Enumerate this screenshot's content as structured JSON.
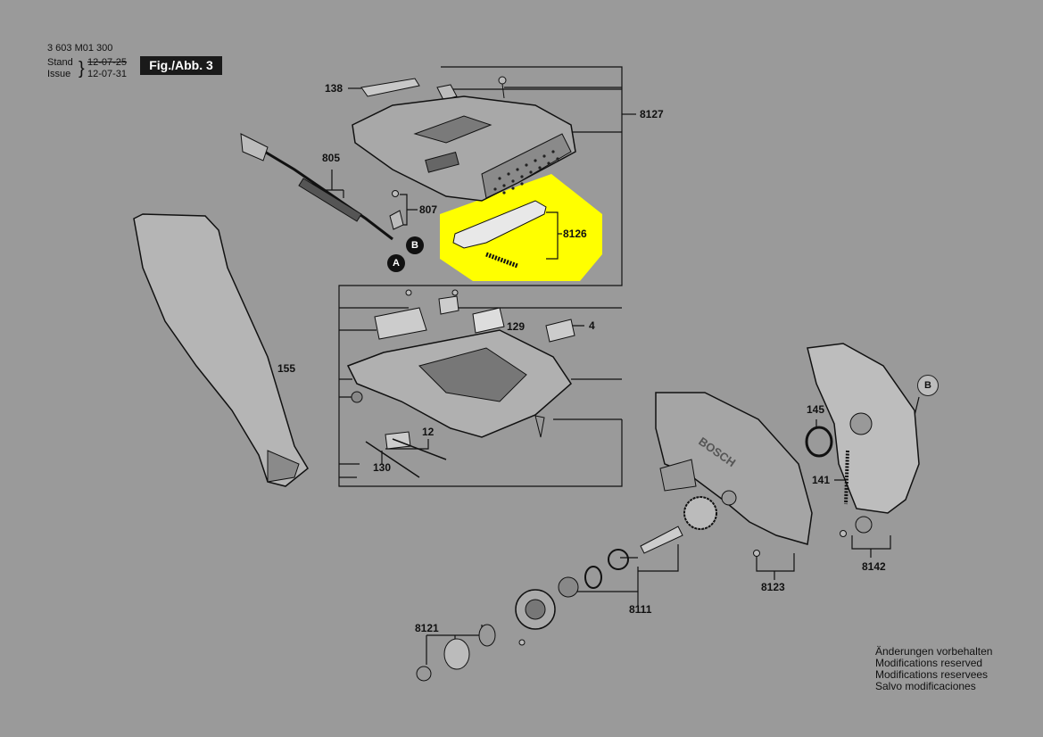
{
  "header": {
    "part_number": "3 603 M01 300",
    "stand_label": "Stand",
    "stand_old": "12-07-25",
    "issue_label": "Issue",
    "issue_date": "12-07-31",
    "brace": "}",
    "figure_title": "Fig./Abb. 3"
  },
  "highlight_color": "#ffff00",
  "parts": {
    "p138": "138",
    "p8127": "8127",
    "p805": "805",
    "p807": "807",
    "p8126": "8126",
    "p129": "129",
    "p4": "4",
    "p155": "155",
    "p12": "12",
    "p130": "130",
    "p145": "145",
    "p141": "141",
    "p8123": "8123",
    "p8142": "8142",
    "p8111": "8111",
    "p8121": "8121"
  },
  "callouts": {
    "a": "A",
    "b1": "B",
    "b2": "B"
  },
  "brand_text": "BOSCH",
  "notes": [
    "Änderungen vorbehalten",
    "Modifications reserved",
    "Modifications reservees",
    "Salvo modificaciones"
  ]
}
